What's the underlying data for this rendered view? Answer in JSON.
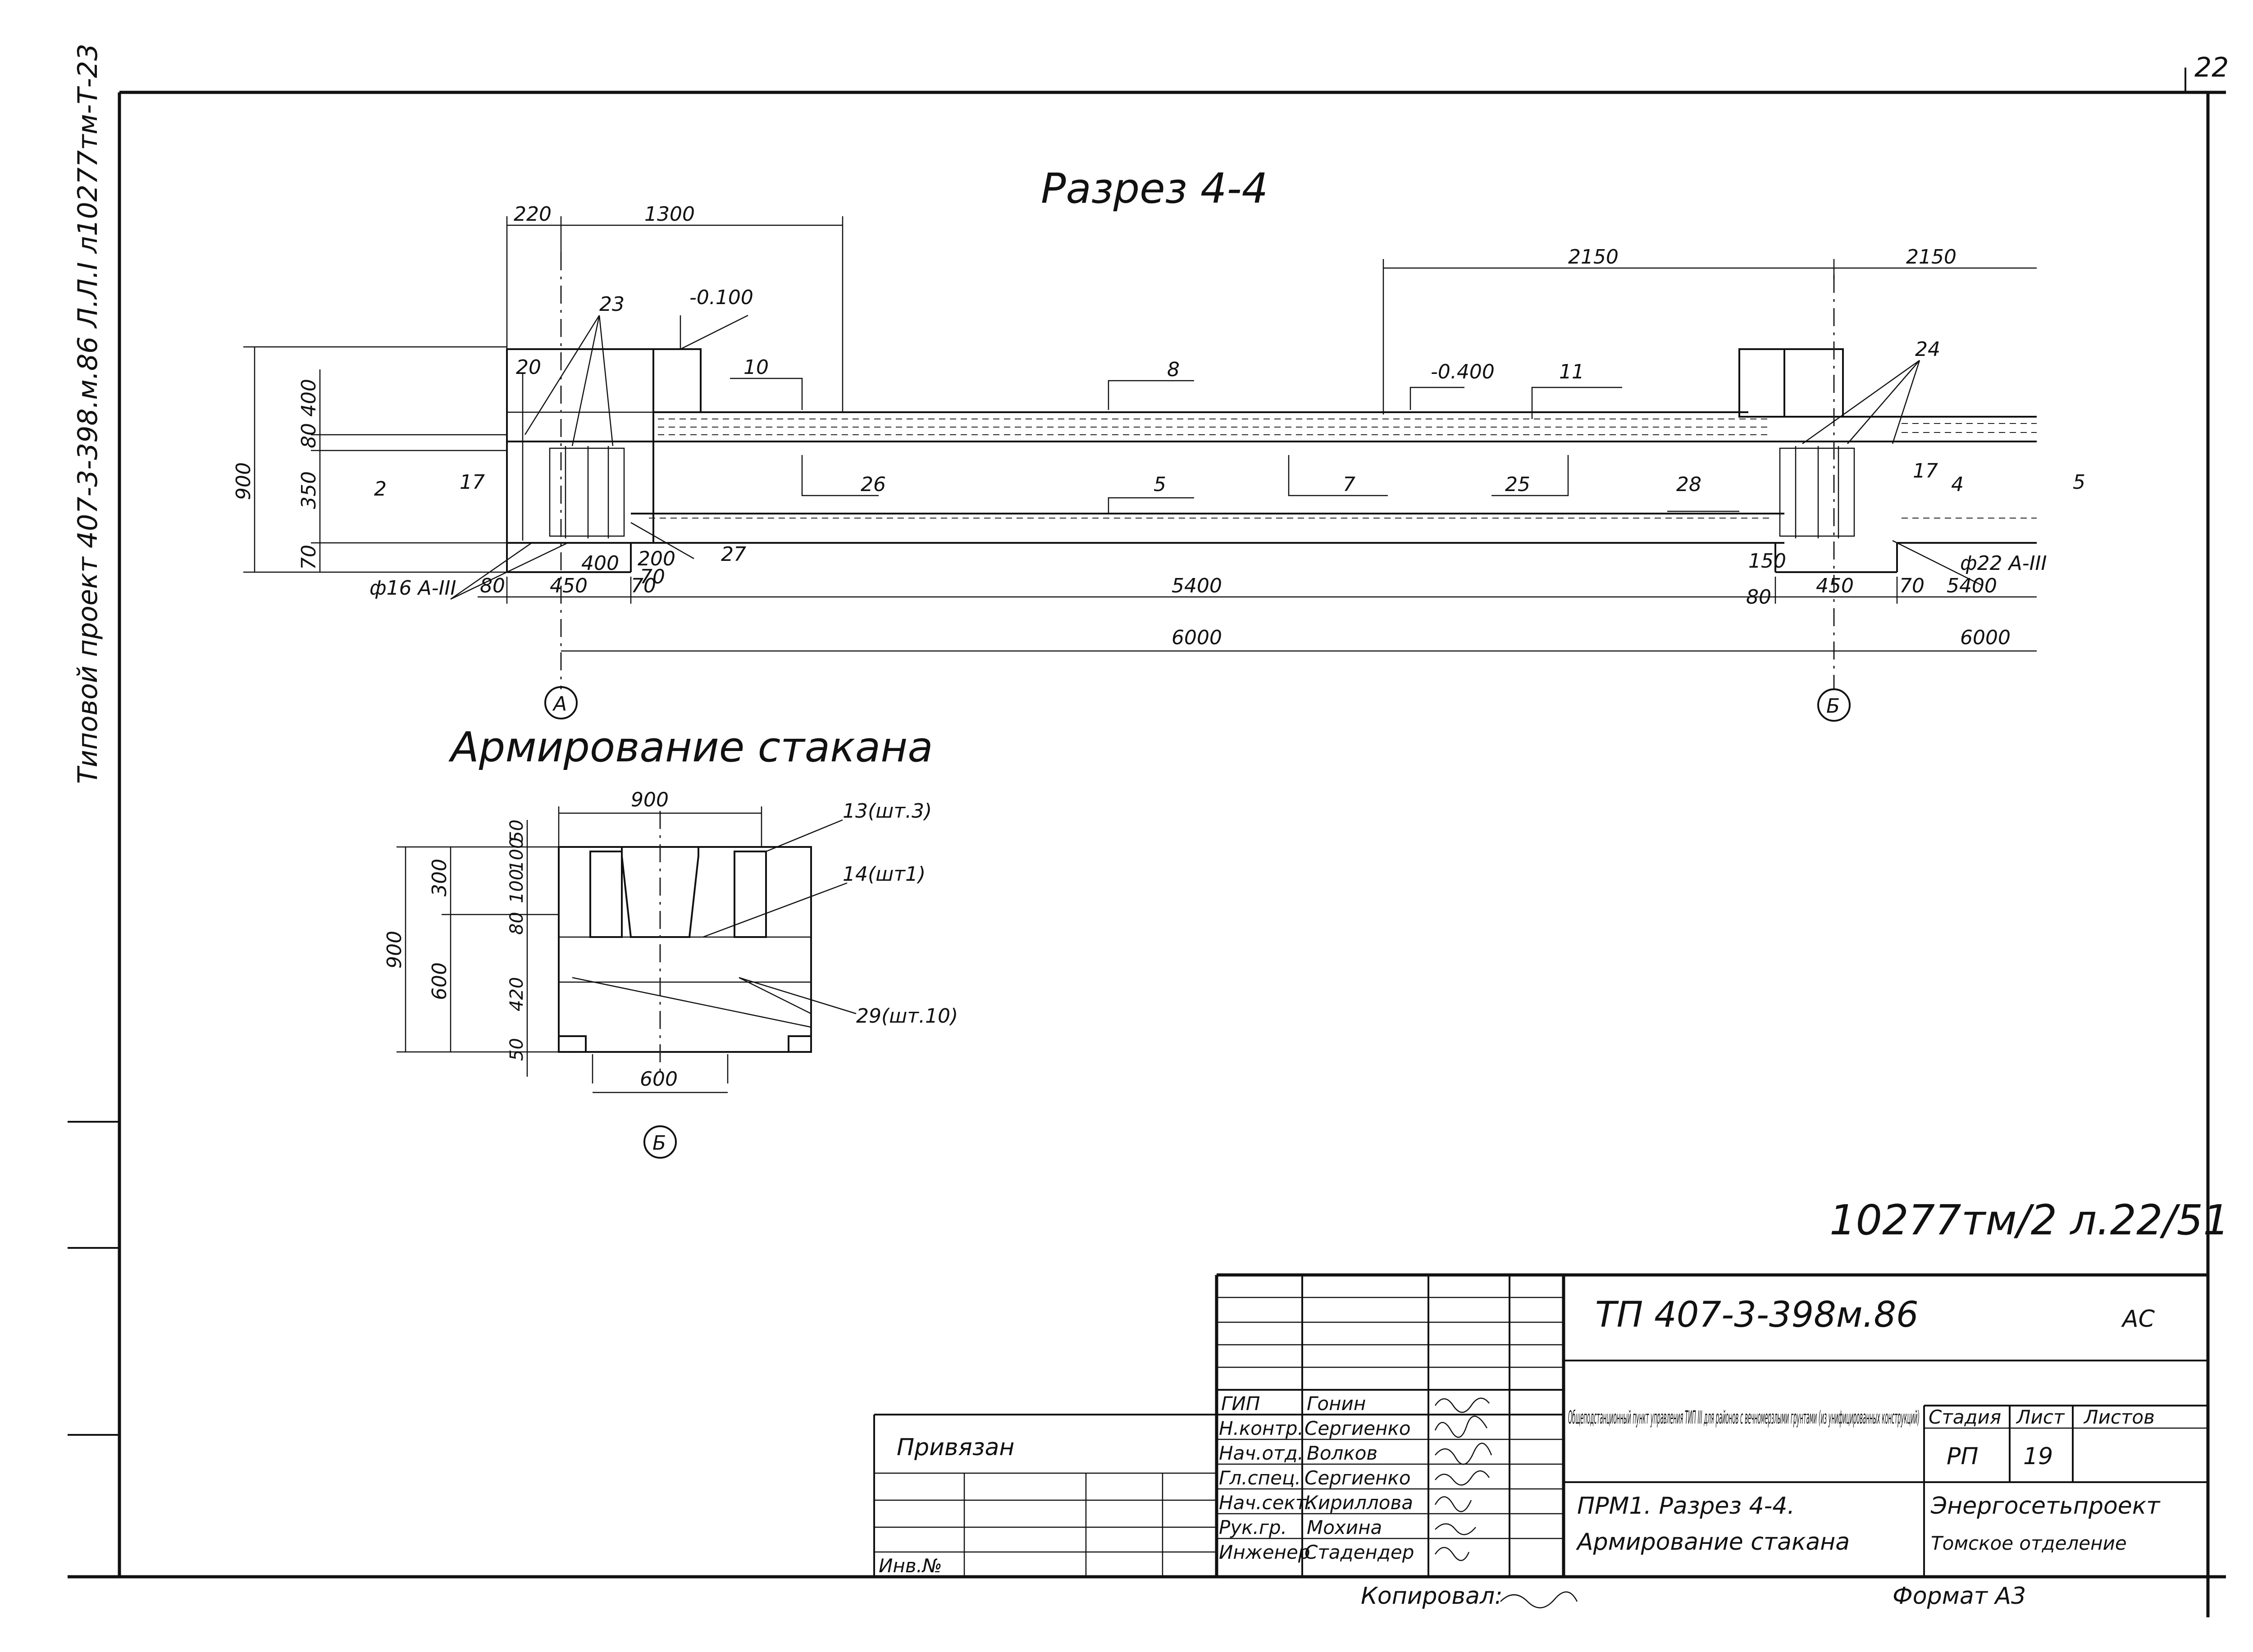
{
  "page_number": "22",
  "side_text": "Типовой проект 407-3-398.м.86 Л.Л.I л10277тм-Т-23",
  "section_title": "Разрез 4-4",
  "cup_title": "Армирование стакана",
  "archive_note": "10277тм/2 л.22/51",
  "section": {
    "dims_top": [
      "220",
      "1300",
      "2150",
      "2150"
    ],
    "elevations": [
      "-0.100",
      "-0.400"
    ],
    "dims_left": [
      "900",
      "400",
      "80",
      "350",
      "70"
    ],
    "dims_bottom": [
      "80",
      "450",
      "70",
      "5400",
      "80",
      "450",
      "70",
      "5400",
      "6000",
      "6000",
      "400",
      "200",
      "70",
      "150"
    ],
    "rebar_left": "ф16 А-III",
    "rebar_right": "ф22 А-III",
    "axes": [
      "А",
      "Б"
    ],
    "marks": [
      "23",
      "20",
      "10",
      "8",
      "11",
      "24",
      "2",
      "17",
      "26",
      "5",
      "7",
      "25",
      "28",
      "17",
      "4",
      "5",
      "27"
    ]
  },
  "cup": {
    "dim_top": "900",
    "dim_bottom": "600",
    "dims_left": [
      "900",
      "300",
      "600",
      "50",
      "100",
      "100",
      "80",
      "420",
      "50"
    ],
    "callouts": [
      "13(шт.3)",
      "14(шт1)",
      "29(шт.10)"
    ],
    "axis": "Б"
  },
  "title_block": {
    "code": "ТП 407-3-398м.86",
    "stamp": "АС",
    "description": "Общеподстанционный пункт управления ТИП III для районов с вечномерзлыми грунтами (из унифицированных конструкций)",
    "sheet_title_1": "ПРМ1. Разрез 4-4.",
    "sheet_title_2": "Армирование стакана",
    "col_stage": "Стадия",
    "col_sheet": "Лист",
    "col_sheets": "Листов",
    "stage": "РП",
    "sheet": "19",
    "sheets": "",
    "org_1": "Энергосетьпроект",
    "org_2": "Томское отделение",
    "tied": "Привязан",
    "inv_no": "Инв.№",
    "copied": "Копировал:",
    "format": "Формат А3",
    "people": [
      {
        "role": "ГИП",
        "name": "Гонин"
      },
      {
        "role": "Н.контр.",
        "name": "Сергиенко"
      },
      {
        "role": "Нач.отд.",
        "name": "Волков"
      },
      {
        "role": "Гл.спец.",
        "name": "Сергиенко"
      },
      {
        "role": "Нач.сект.",
        "name": "Кириллова"
      },
      {
        "role": "Рук.гр.",
        "name": "Мохина"
      },
      {
        "role": "Инженер",
        "name": "Стадендер"
      }
    ]
  }
}
